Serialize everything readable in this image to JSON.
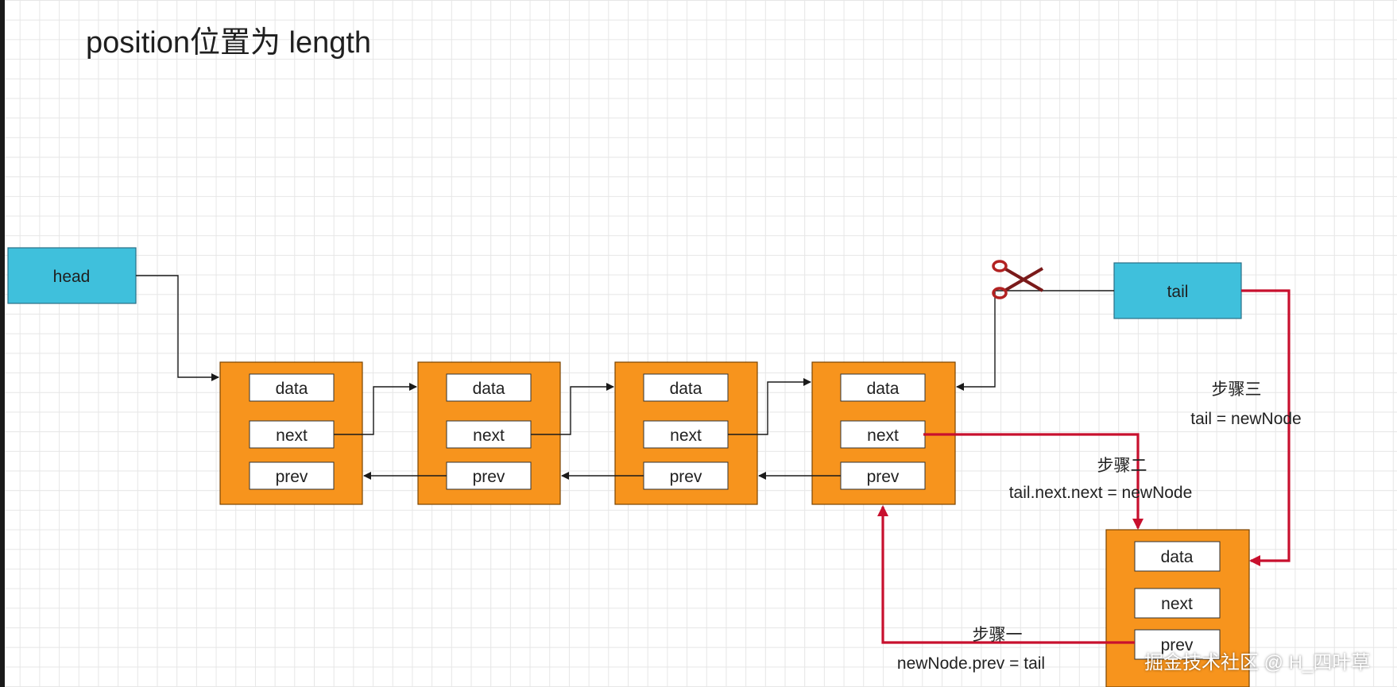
{
  "title": "position位置为 length",
  "head_label": "head",
  "tail_label": "tail",
  "nodes": [
    {
      "data": "data",
      "next": "next",
      "prev": "prev"
    },
    {
      "data": "data",
      "next": "next",
      "prev": "prev"
    },
    {
      "data": "data",
      "next": "next",
      "prev": "prev"
    },
    {
      "data": "data",
      "next": "next",
      "prev": "prev"
    }
  ],
  "new_node": {
    "data": "data",
    "next": "next",
    "prev": "prev"
  },
  "steps": {
    "step1": {
      "title": "步骤一",
      "code": "newNode.prev = tail"
    },
    "step2": {
      "title": "步骤二",
      "code": "tail.next.next = newNode"
    },
    "step3": {
      "title": "步骤三",
      "code": "tail = newNode"
    }
  },
  "colors": {
    "pointer": "#3fc0dc",
    "node": "#f7941d",
    "step_arrow": "#c8102e"
  },
  "icons": {
    "cut": "scissors-icon"
  },
  "watermark": "掘金技术社区 @ H_四叶草"
}
